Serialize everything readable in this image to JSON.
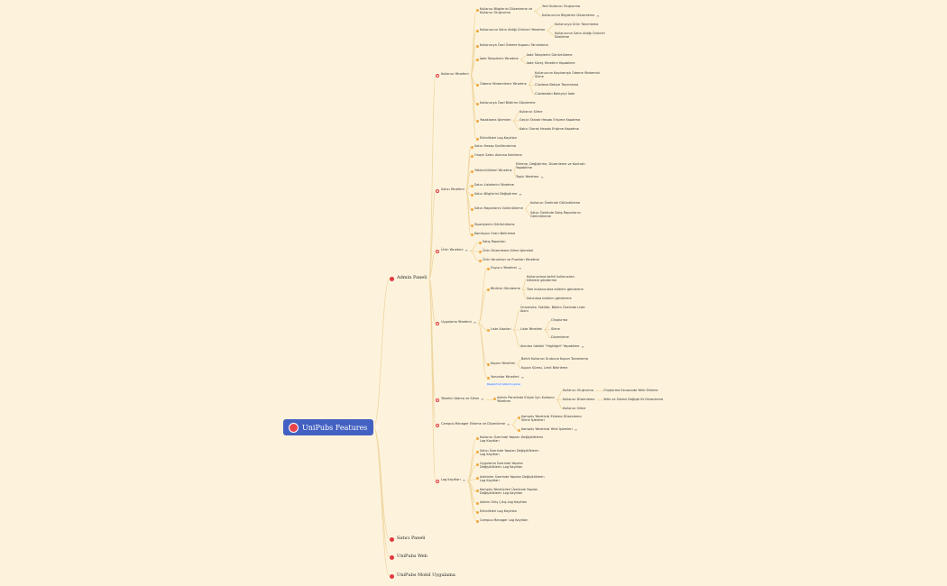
{
  "colors": {
    "background": "#fdf3dd",
    "root": "#4361c2",
    "branch_dot": "#e0393e",
    "leaf_dot": "#f0a73c",
    "line": "#f0d6a0"
  },
  "root": {
    "label": "UniPubs Features",
    "note_icon": "note-icon"
  },
  "badge": {
    "text": "Pasaport bir kullanım uyarısı"
  },
  "nodes": [
    {
      "id": "a",
      "label": "Admin Paneli",
      "level": 1,
      "dot": "red"
    },
    {
      "id": "a1",
      "label": "Kullanıcı Yönetimi",
      "level": 2,
      "dot": "ring"
    },
    {
      "id": "a1a",
      "label": "Kullanıcı Bilgilerini Düzenleme ve\nKullanıcı Oluşturma",
      "level": 3,
      "dot": "orange"
    },
    {
      "id": "a1a1",
      "label": "Yeni Kullanıcı Oluşturma",
      "level": 4
    },
    {
      "id": "a1a2",
      "label": "Kullanıcının Bilgilerini Düzenleme",
      "level": 4,
      "note": "≡"
    },
    {
      "id": "a1b",
      "label": "Kullanıcının Satın Aldığı Ürünleri Yönetme",
      "level": 3,
      "dot": "orange"
    },
    {
      "id": "a1b1",
      "label": "Kullanıcıya Ürün Tanımlama",
      "level": 4
    },
    {
      "id": "a1b2",
      "label": "Kullanıcının Satın Aldığı Ürünleri\nSilebilme",
      "level": 4
    },
    {
      "id": "a1c",
      "label": "Kullanıcıya Özel Ödeme Kuponu Tanımlama",
      "level": 3,
      "dot": "orange"
    },
    {
      "id": "a1d",
      "label": "İade Taleplerini Yönetme",
      "level": 3,
      "dot": "orange"
    },
    {
      "id": "a1d1",
      "label": "İade Taleplerini Görüntüleme",
      "level": 4
    },
    {
      "id": "a1d2",
      "label": "İade Süreç Yönetimi Yapabilme",
      "level": 4
    },
    {
      "id": "a1e",
      "label": "Ödeme Yöntemlerini Yönetme",
      "level": 3,
      "dot": "orange"
    },
    {
      "id": "a1e1",
      "label": "Kullanıcının Kayıtarrıştı Ödeme Yöntemini\nSilme",
      "level": 4
    },
    {
      "id": "a1e2",
      "label": "Cüzdana Bakiye Tanımlama",
      "level": 4
    },
    {
      "id": "a1e3",
      "label": "Cüzdandan Bakiyeyi İade",
      "level": 4
    },
    {
      "id": "a1f",
      "label": "Kullanıcıya Özel Bildirim Gönderme",
      "level": 3,
      "dot": "orange"
    },
    {
      "id": "a1g",
      "label": "Yasaklama İşlemleri",
      "level": 3,
      "dot": "orange"
    },
    {
      "id": "a1g1",
      "label": "Kullanıcı Silme",
      "level": 4
    },
    {
      "id": "a1g2",
      "label": "Geçici Olarak Hesabı Erişime Kapatma",
      "level": 4
    },
    {
      "id": "a1g3",
      "label": "Kalıcı Olarak Hesabı Erişime Kapatma",
      "level": 4
    },
    {
      "id": "a1h",
      "label": "Etkinlikleri Log Kayıtları",
      "level": 3,
      "dot": "orange"
    },
    {
      "id": "a2",
      "label": "Satıcı Yönetimi",
      "level": 2,
      "dot": "ring"
    },
    {
      "id": "a2a",
      "label": "Satıcı Hesap Sınıflandırma",
      "level": 3,
      "dot": "orange"
    },
    {
      "id": "a2b",
      "label": "Onaylı Satıcı Alanına Kaldırma",
      "level": 3,
      "dot": "orange"
    },
    {
      "id": "a2c",
      "label": "Yükümlülükleri Yönetme",
      "level": 3,
      "dot": "orange"
    },
    {
      "id": "a2c1",
      "label": "Ekleme, Değiştirme, Düzenleme ve Kontratı\nYapabilme",
      "level": 4
    },
    {
      "id": "a2c2",
      "label": "Toplu Yönetme",
      "level": 4,
      "note": "≡"
    },
    {
      "id": "a2d",
      "label": "Satıcı Listelerini Yönetme",
      "level": 3,
      "dot": "orange"
    },
    {
      "id": "a2e",
      "label": "Satıcı Bilgilerini Değiştirme",
      "level": 3,
      "dot": "orange",
      "note": "≡"
    },
    {
      "id": "a2f",
      "label": "Satıcı Raporlarını Görüntüleme",
      "level": 3,
      "dot": "orange"
    },
    {
      "id": "a2f1",
      "label": "Kullanıcı Özelinde Görüntüleme",
      "level": 4
    },
    {
      "id": "a2f2",
      "label": "Satıcı Özelinde Satış Raporlarını\nGörüntüleme",
      "level": 4
    },
    {
      "id": "a2g",
      "label": "Siparişlerini Görüntüleme",
      "level": 3,
      "dot": "orange"
    },
    {
      "id": "a2h",
      "label": "Komisyon Oranı Belirleme",
      "level": 3,
      "dot": "orange"
    },
    {
      "id": "a3",
      "label": "Ürün Yönetimi",
      "level": 2,
      "dot": "ring",
      "note": "≡"
    },
    {
      "id": "a3a",
      "label": "Satış Raporları",
      "level": 3,
      "dot": "orange"
    },
    {
      "id": "a3b",
      "label": "Ürün Düzenleme-Silme İşlemleri",
      "level": 3,
      "dot": "orange"
    },
    {
      "id": "a3c",
      "label": "Ürün Yorumları ve Puanları Yönetme",
      "level": 3,
      "dot": "orange"
    },
    {
      "id": "a4",
      "label": "Uygulama Yönetimi",
      "level": 2,
      "dot": "ring",
      "note": "≡"
    },
    {
      "id": "a4a",
      "label": "Duyuru Yönetimi",
      "level": 3,
      "dot": "orange",
      "note": "≡"
    },
    {
      "id": "a4b",
      "label": "Bildirim Gönderme",
      "level": 3,
      "dot": "orange"
    },
    {
      "id": "a4b1",
      "label": "Kullanıcılara belirli kullanıcıları\nkitlelere gönderme",
      "level": 4
    },
    {
      "id": "a4b2",
      "label": "Tüm kullanıcılara bildirim gönderme",
      "level": 4
    },
    {
      "id": "a4b3",
      "label": "Satıcılara bildirim gönderme",
      "level": 4
    },
    {
      "id": "a4c",
      "label": "Liste Alanları",
      "level": 3,
      "dot": "orange"
    },
    {
      "id": "a4c1",
      "label": "Üniversite, Fakülte, Bölüm Özelinde Liste\nAlanı",
      "level": 4
    },
    {
      "id": "a4c2",
      "label": "Liste Yönetimi",
      "level": 4
    },
    {
      "id": "a4c2a",
      "label": "Oluşturma",
      "level": 5
    },
    {
      "id": "a4c2b",
      "label": "Silme",
      "level": 5
    },
    {
      "id": "a4c2c",
      "label": "Düzenleme",
      "level": 5
    },
    {
      "id": "a4c3",
      "label": "Alanları üstteki \"Highlight\" Yapabilme",
      "level": 4,
      "note": "≡"
    },
    {
      "id": "a4d",
      "label": "Kupon Yönetimi",
      "level": 3,
      "dot": "orange"
    },
    {
      "id": "a4d1",
      "label": "Belirli Kullanıcı Grubuna Kupon Tanımlama",
      "level": 4
    },
    {
      "id": "a4d2",
      "label": "Kupon Süresi, Limit Belirleme",
      "level": 4
    },
    {
      "id": "a4e",
      "label": "Yorumlar Yönetimi",
      "level": 3,
      "dot": "orange",
      "note": "≡"
    },
    {
      "id": "a5",
      "label": "Yönetici Atama ve Silme",
      "level": 2,
      "dot": "ring",
      "note": "≡"
    },
    {
      "id": "a5a",
      "label": "Admin Panelinde Erişim İçin Kullanıcı\nYönetme",
      "level": 3,
      "dot": "orange"
    },
    {
      "id": "a5a1",
      "label": "Kullanıcı Oluşturma",
      "level": 4
    },
    {
      "id": "a5a1a",
      "label": "Oluşturma Esnasında Yetki Ekleme",
      "level": 5
    },
    {
      "id": "a5a2",
      "label": "Kullanıcı Düzenleme",
      "level": 4
    },
    {
      "id": "a5a2a",
      "label": "Yetki ve Görevi Değiştirilir Düzenleme",
      "level": 5
    },
    {
      "id": "a5a3",
      "label": "Kullanıcı Silme",
      "level": 4
    },
    {
      "id": "a6",
      "label": "Campus Manager Ekleme ve Düzenleme",
      "level": 2,
      "dot": "ring",
      "note": "≡"
    },
    {
      "id": "a6a",
      "label": "Kampüs Yöneticisi Ekleme-Düzenleme-\nSilme İşlemleri",
      "level": 3,
      "dot": "orange"
    },
    {
      "id": "a6b",
      "label": "Kampüs Yöneticisi Yetki İşlemleri",
      "level": 3,
      "dot": "orange",
      "note": "≡"
    },
    {
      "id": "a7",
      "label": "Log Kayıtları",
      "level": 2,
      "dot": "ring",
      "note": "≡"
    },
    {
      "id": "a7a",
      "label": "Kullanıcı Üzerinde Yapılan Değişikliklerin\nLog Kayıtları",
      "level": 3,
      "dot": "orange"
    },
    {
      "id": "a7b",
      "label": "Satıcı Üzerinde Yapılan Değişikliklerin\nLog Kayıtları",
      "level": 3,
      "dot": "orange"
    },
    {
      "id": "a7c",
      "label": "Uygulama Üzerinde Yapılan\nDeğişikliklerin Log Kayıtları",
      "level": 3,
      "dot": "orange"
    },
    {
      "id": "a7d",
      "label": "Adminler Üzerinde Yapılan Değişikliklerin\nLog Kayıtları",
      "level": 3,
      "dot": "orange"
    },
    {
      "id": "a7e",
      "label": "Kampüs Yöneticileri Üzerinde Yapılan\nDeğişikliklerin Log Kayıtları",
      "level": 3,
      "dot": "orange"
    },
    {
      "id": "a7f",
      "label": "Admin Giriş Çıkış Log Kayıtları",
      "level": 3,
      "dot": "orange"
    },
    {
      "id": "a7g",
      "label": "Etkinlikleri Log Kayıtları",
      "level": 3,
      "dot": "orange"
    },
    {
      "id": "a7h",
      "label": "Campus Manager Log Kayıtları",
      "level": 3,
      "dot": "orange"
    },
    {
      "id": "b",
      "label": "Satıcı Paneli",
      "level": 1,
      "dot": "red"
    },
    {
      "id": "c",
      "label": "UniPubs Web",
      "level": 1,
      "dot": "red"
    },
    {
      "id": "d",
      "label": "UniPubs Mobil Uygulama",
      "level": 1,
      "dot": "red"
    }
  ]
}
